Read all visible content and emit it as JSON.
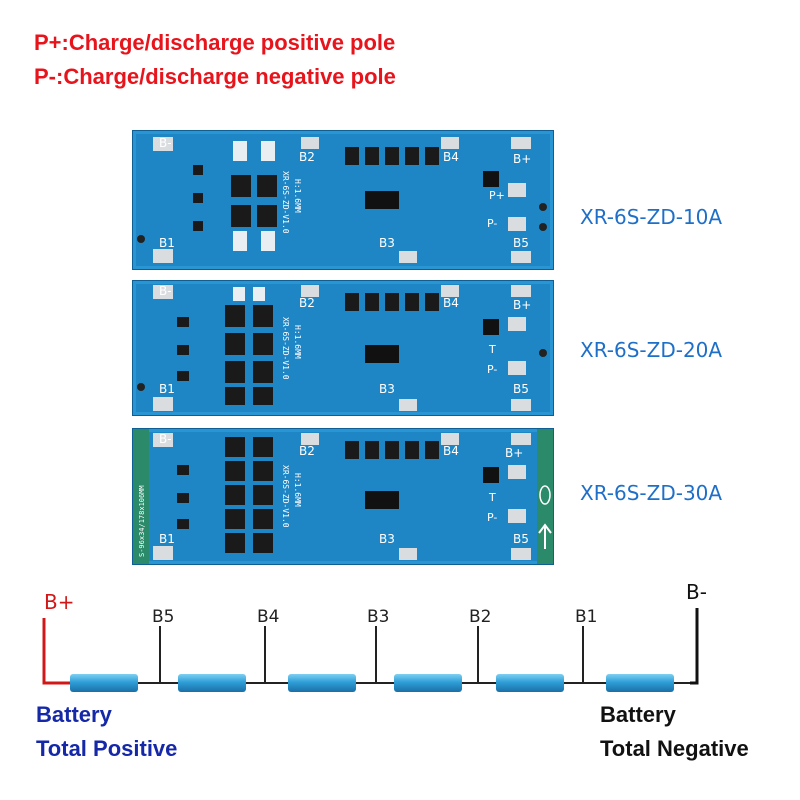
{
  "legend": {
    "positive": "P+:Charge/discharge positive pole",
    "negative": "P-:Charge/discharge negative pole"
  },
  "boards": [
    {
      "model": "XR-6S-ZD-10A",
      "silkscreen": "XR-6S-ZD-V1.0",
      "thickness": "H:1.6MM"
    },
    {
      "model": "XR-6S-ZD-20A",
      "silkscreen": "XR-6S-ZD-V1.0",
      "thickness": "H:1.6MM"
    },
    {
      "model": "XR-6S-ZD-30A",
      "silkscreen": "XR-6S-ZD-V1.0",
      "thickness": "H:1.6MM"
    }
  ],
  "board_labels": {
    "b_minus": "B-",
    "b1": "B1",
    "b2": "B2",
    "b3": "B3",
    "b4": "B4",
    "b5": "B5",
    "b_plus": "B+",
    "p_plus": "P+",
    "p_minus": "P-",
    "t": "T"
  },
  "board3_side_text": "S-96x34/178x106MM",
  "wiring": {
    "b_plus": "B+",
    "b_minus": "B-",
    "taps": [
      "B5",
      "B4",
      "B3",
      "B2",
      "B1"
    ]
  },
  "bottom": {
    "positive_line1": "Battery",
    "positive_line2": "Total Positive",
    "negative_line1": "Battery",
    "negative_line2": "Total Negative"
  },
  "colors": {
    "pcb": "#1f86c6",
    "pad": "#d9dde0",
    "cell": "#2f9fd8",
    "positive_wire": "#d01818",
    "legend_text": "#e8141c",
    "positive_text": "#1528a8"
  }
}
